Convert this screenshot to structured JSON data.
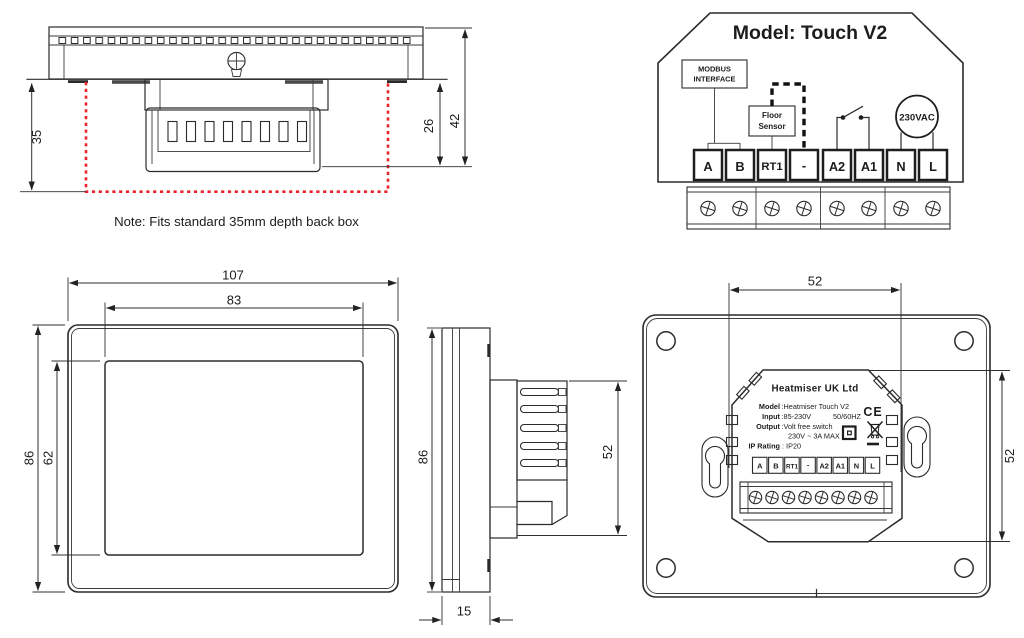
{
  "terminals": [
    "A",
    "B",
    "RT1",
    "-",
    "A2",
    "A1",
    "N",
    "L"
  ],
  "section_view": {
    "dim_back_box_depth": "35",
    "dim_module_depth": "26",
    "dim_total_depth": "42",
    "note": "Note: Fits standard 35mm depth back box"
  },
  "wiring": {
    "title": "Model: Touch V2",
    "modbus_line1": "MODBUS",
    "modbus_line2": "INTERFACE",
    "floor_line1": "Floor",
    "floor_line2": "Sensor",
    "supply": "230VAC"
  },
  "front_view": {
    "dim_width": "107",
    "dim_screen_width": "83",
    "dim_height": "86",
    "dim_screen_height": "62"
  },
  "side_view": {
    "dim_height": "86",
    "dim_module_height": "52",
    "dim_thickness": "15"
  },
  "back_view": {
    "dim_mounting_width": "52",
    "dim_module_height": "52",
    "label": {
      "company": "Heatmiser UK Ltd",
      "model_key": "Model",
      "model_val": ":Heatmiser Touch V2",
      "input_key": "Input",
      "input_val": ":85-230V",
      "input_freq": "50/60HZ",
      "output_key": "Output",
      "output_val": ":Volt free switch",
      "output_val2": "230V ~ 3A MAX",
      "ip_key": "IP Rating",
      "ip_val": ": IP20",
      "ce": "CE"
    }
  },
  "colors": {
    "line": "#2b2b2b",
    "back_box_dashed": "#e8232a"
  }
}
